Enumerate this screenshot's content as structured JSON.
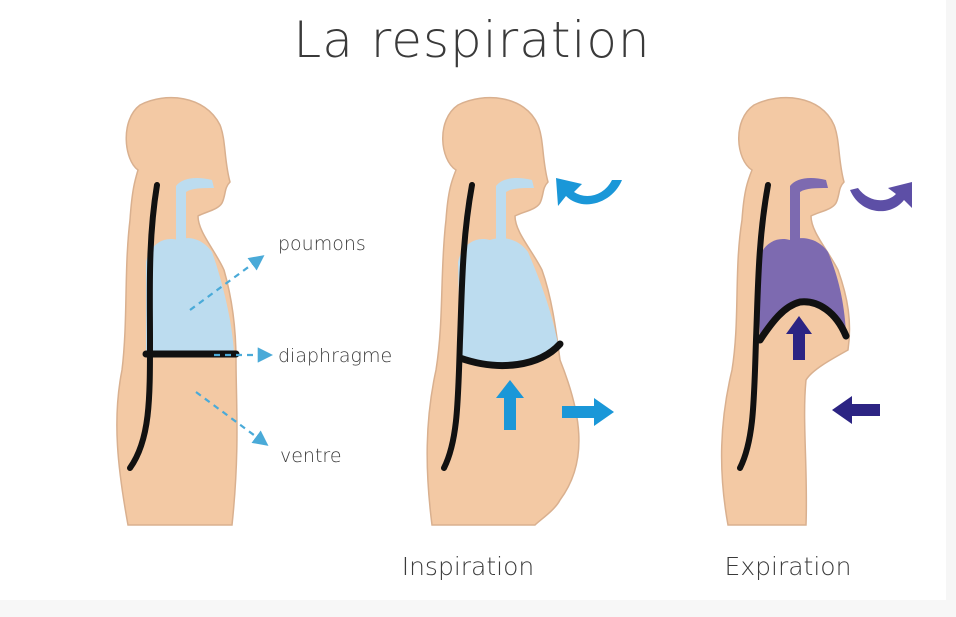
{
  "title": "La respiration",
  "labels": {
    "lungs": "poumons",
    "diaphragm": "diaphragme",
    "belly": "ventre"
  },
  "captions": {
    "inspiration": "Inspiration",
    "expiration": "Expiration"
  },
  "colors": {
    "skin": "#f3c9a4",
    "skin_outline": "#d9b08f",
    "lungs_rest": "#bcdcef",
    "lungs_expiration": "#7d6ab0",
    "diaphragm": "#111111",
    "spine": "#111111",
    "arrow_inspiration": "#1a97d8",
    "arrow_expiration": "#2c2483",
    "dashed_arrow": "#4aaad8",
    "text": "#3a3a3a"
  },
  "icons": [
    "dashed-arrow-icon",
    "curved-arrow-in-icon",
    "curved-arrow-out-icon",
    "arrow-up-icon",
    "arrow-right-icon",
    "arrow-left-icon"
  ]
}
